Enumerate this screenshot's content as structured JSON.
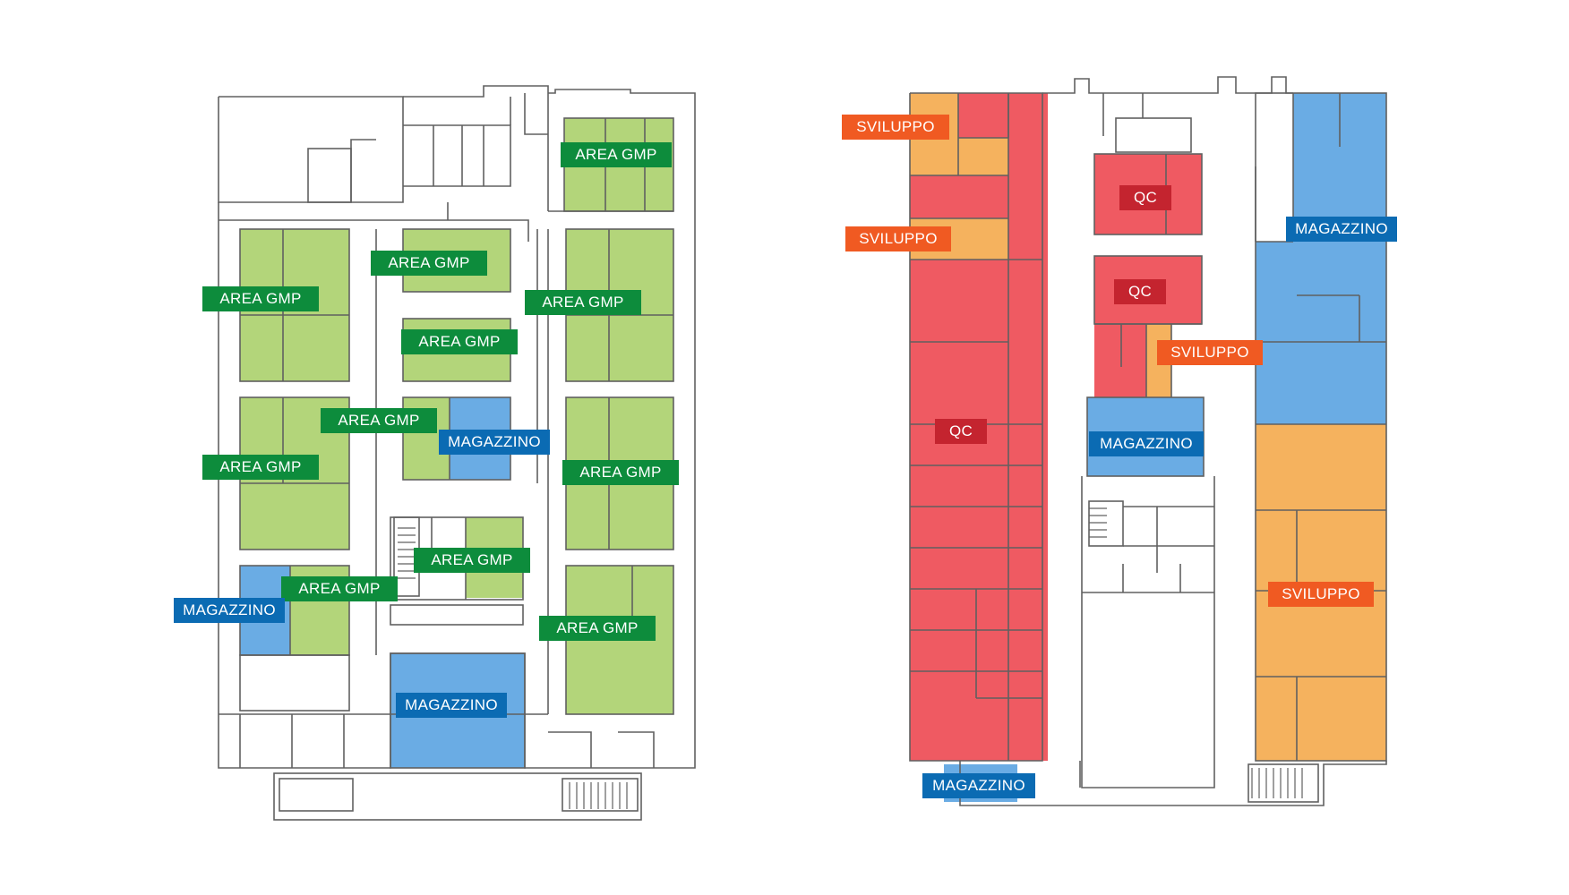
{
  "labels": {
    "area_gmp": "AREA GMP",
    "magazzino": "MAGAZZINO",
    "sviluppo": "SVILUPPO",
    "qc": "QC"
  },
  "colors": {
    "gmp_fill": "#b3d57a",
    "gmp_label": "#0d8c3c",
    "magazzino_fill": "#6aace4",
    "magazzino_label": "#0b6bb3",
    "sviluppo_fill": "#f5b25e",
    "sviluppo_label": "#f05a22",
    "qc_fill": "#ef5a62",
    "qc_label": "#c4242f",
    "wall": "#606060"
  }
}
